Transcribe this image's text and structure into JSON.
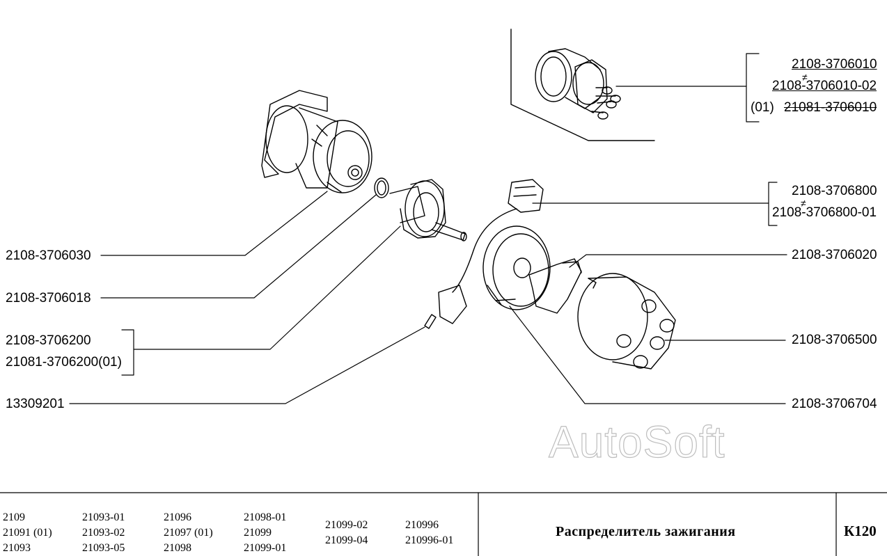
{
  "diagram": {
    "labels": {
      "distributor_assy_1": "2108-3706010",
      "distributor_assy_2": "2108-3706010-02",
      "distributor_assy_3_prefix": "(01)",
      "distributor_assy_3": "21081-3706010",
      "hall_sensor_1": "2108-3706800",
      "hall_sensor_2": "2108-3706800-01",
      "rotor": "2108-3706020",
      "cap": "2108-3706500",
      "screen": "2108-3706704",
      "housing": "2108-3706030",
      "ring": "2108-3706018",
      "vacuum_1": "2108-3706200",
      "vacuum_2": "21081-3706200(01)",
      "screw": "13309201"
    },
    "not_equal_mark": "≠",
    "watermark": "AutoSoft"
  },
  "footer": {
    "models": [
      [
        "2109",
        "21091 (01)",
        "21093"
      ],
      [
        "21093-01",
        "21093-02",
        "21093-05"
      ],
      [
        "21096",
        "21097 (01)",
        "21098"
      ],
      [
        "21098-01",
        "21099",
        "21099-01"
      ],
      [
        "21099-02",
        "21099-04"
      ],
      [
        "210996",
        "210996-01"
      ]
    ],
    "title": "Распределитель зажигания",
    "code": "К120"
  }
}
